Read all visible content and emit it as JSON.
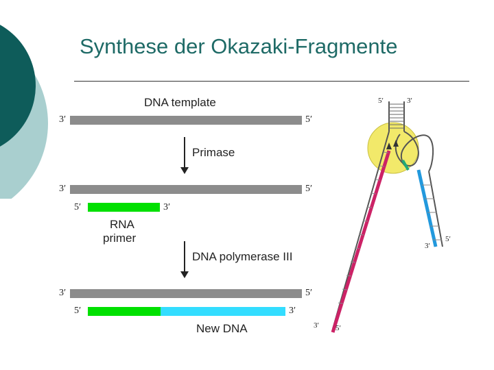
{
  "slide": {
    "title": "Synthese der Okazaki-Fragmente"
  },
  "left_diagram": {
    "heading": "DNA template",
    "step1_label": "Primase",
    "step2_label": "DNA polymerase III",
    "rna_label_line1": "RNA",
    "rna_label_line2": "primer",
    "new_dna_label": "New DNA",
    "end_3": "3′",
    "end_5": "5′"
  },
  "right_diagram": {
    "end_3": "3′",
    "end_5": "5′"
  },
  "colors": {
    "title": "#1e6a66",
    "template_strand": "#8c8c8c",
    "rna_primer": "#00e000",
    "new_dna": "#33ddff",
    "leading_strand": "#cc2266",
    "lagging_fragment": "#2299dd",
    "primase_circle": "#f2e96a",
    "deco_dark": "#0e5c5a",
    "deco_light": "#a9cfcf"
  }
}
